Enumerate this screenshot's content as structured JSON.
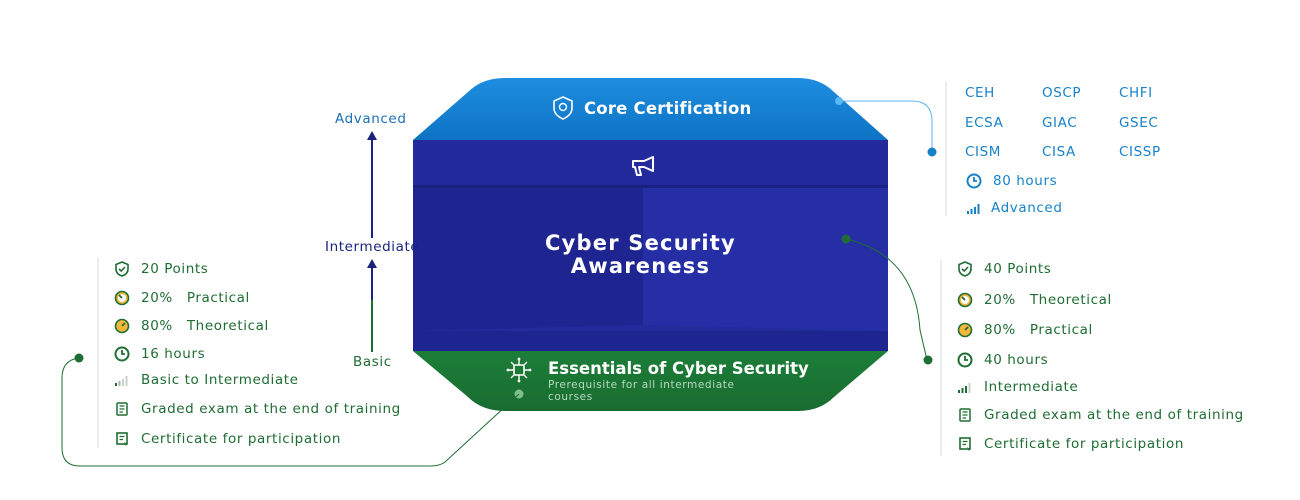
{
  "levels": {
    "advanced": "Advanced",
    "intermediate": "Intermediate",
    "basic": "Basic"
  },
  "center": {
    "top_title": "Core Certification",
    "title_line1": "Cyber Security",
    "title_line2": "Awareness",
    "bottom_title": "Essentials of Cyber Security",
    "bottom_sub_line1": "Prerequisite for all intermediate",
    "bottom_sub_line2": "courses"
  },
  "core": {
    "certs": [
      "CEH",
      "OSCP",
      "CHFI",
      "ECSA",
      "GIAC",
      "GSEC",
      "CISM",
      "CISA",
      "CISSP"
    ],
    "hours": "80 hours",
    "level": "Advanced"
  },
  "left": {
    "points": "20 Points",
    "practical_pct": "20%",
    "practical": "Practical",
    "theoretical_pct": "80%",
    "theoretical": "Theoretical",
    "hours": "16 hours",
    "level": "Basic to Intermediate",
    "exam": "Graded exam at the end of training",
    "certificate": "Certificate for participation"
  },
  "right": {
    "points": "40 Points",
    "theoretical_pct": "20%",
    "theoretical": "Theoretical",
    "practical_pct": "80%",
    "practical": "Practical",
    "hours": "40 hours",
    "level": "Intermediate",
    "exam": "Graded exam at the end of training",
    "certificate": "Certificate for participation"
  },
  "colors": {
    "green": "#1f6d33",
    "blue": "#1782c9",
    "navy": "#23299a",
    "core_blue": "#0f7fd0",
    "base_green": "#1b7a36"
  }
}
